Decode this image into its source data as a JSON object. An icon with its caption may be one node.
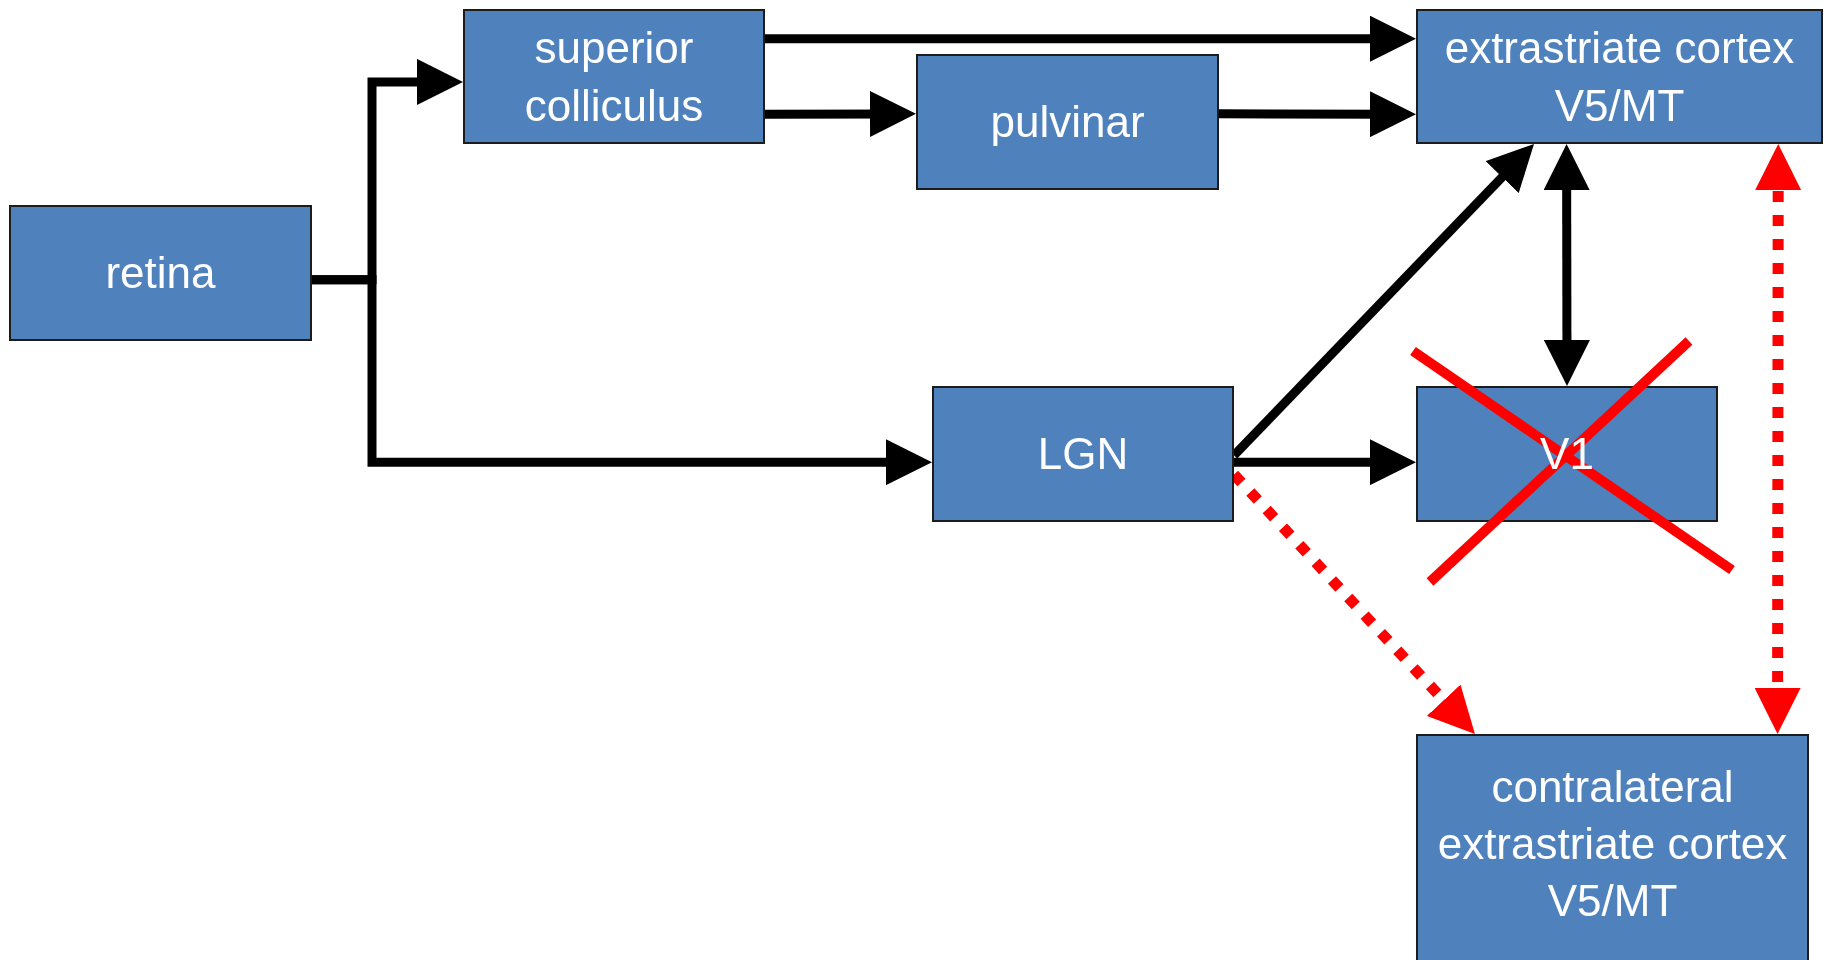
{
  "diagram": {
    "nodes": [
      {
        "text": [
          "retina"
        ]
      },
      {
        "text": [
          "superior colliculus"
        ]
      },
      {
        "text": [
          "pulvinar"
        ]
      },
      {
        "text": [
          "extrastriate cortex V5/MT"
        ]
      },
      {
        "text": [
          "LGN"
        ]
      },
      {
        "text": [
          "V1"
        ]
      },
      {
        "text": [
          "contralateral extrastriate cortex V5/MT"
        ]
      }
    ],
    "edges": [
      {
        "from": 0,
        "to": 1,
        "arrow": "to"
      },
      {
        "from": 0,
        "to": 4,
        "arrow": "to"
      },
      {
        "from": 1,
        "to": 3,
        "arrow": "to"
      },
      {
        "from": 1,
        "to": 2,
        "arrow": "to"
      },
      {
        "from": 2,
        "to": 3,
        "arrow": "to"
      },
      {
        "from": 4,
        "to": 3,
        "arrow": "to"
      },
      {
        "from": 4,
        "to": 5,
        "arrow": "to"
      },
      {
        "from": 3,
        "to": 5,
        "arrow": "both"
      },
      {
        "from": 4,
        "to": 6,
        "arrow": "to",
        "style": "dashed",
        "color": "#ff0000"
      },
      {
        "from": 3,
        "to": 6,
        "arrow": "both",
        "style": "dashed",
        "color": "#ff0000"
      }
    ]
  }
}
